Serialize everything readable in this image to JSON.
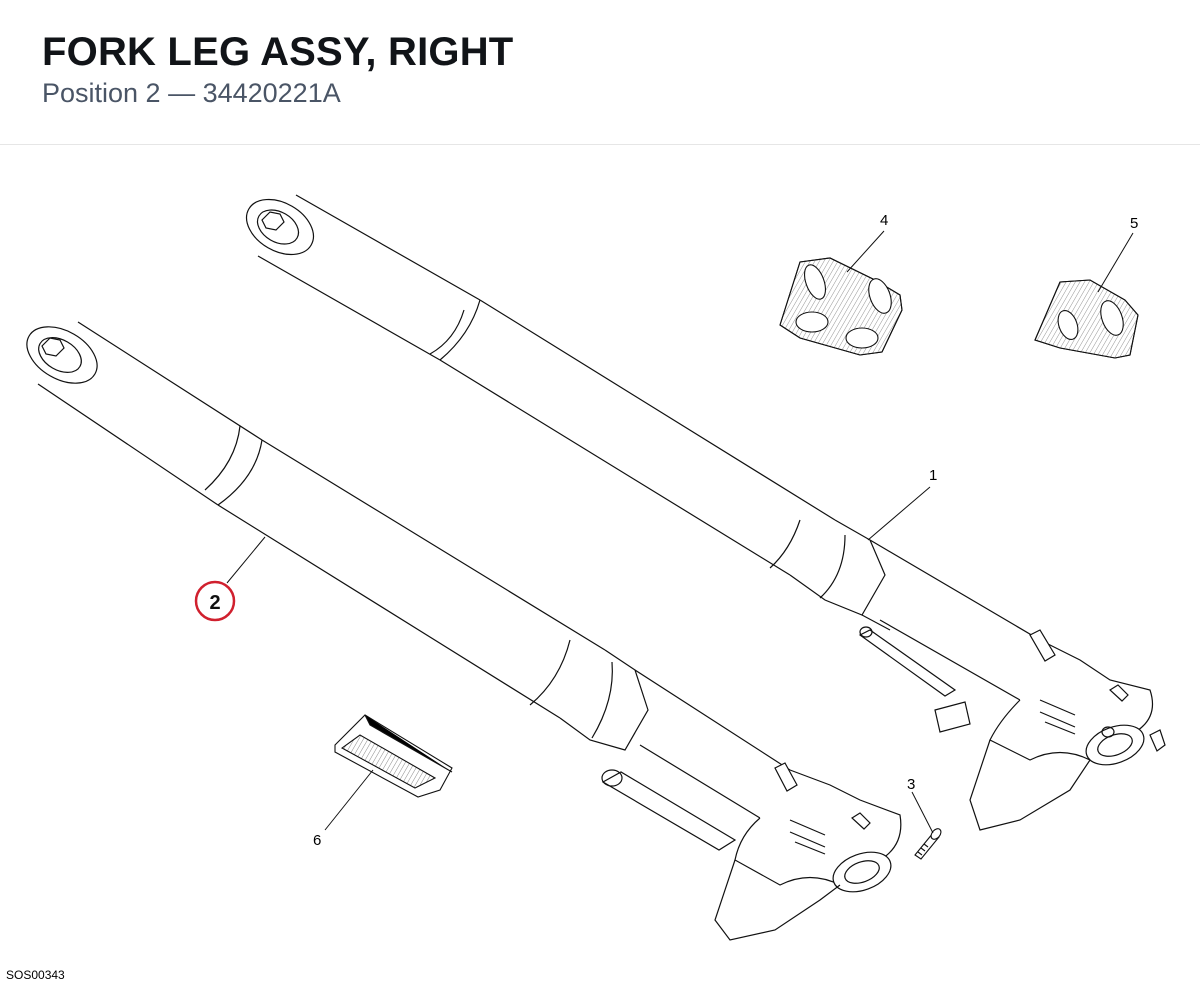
{
  "header": {
    "title": "FORK LEG ASSY, RIGHT",
    "subtitle": "Position 2 — 34420221A"
  },
  "callouts": {
    "c1": "1",
    "c2": "2",
    "c3": "3",
    "c4": "4",
    "c5": "5",
    "c6": "6"
  },
  "highlight": {
    "color": "#d0202e"
  },
  "sheet_code": "SOS00343"
}
